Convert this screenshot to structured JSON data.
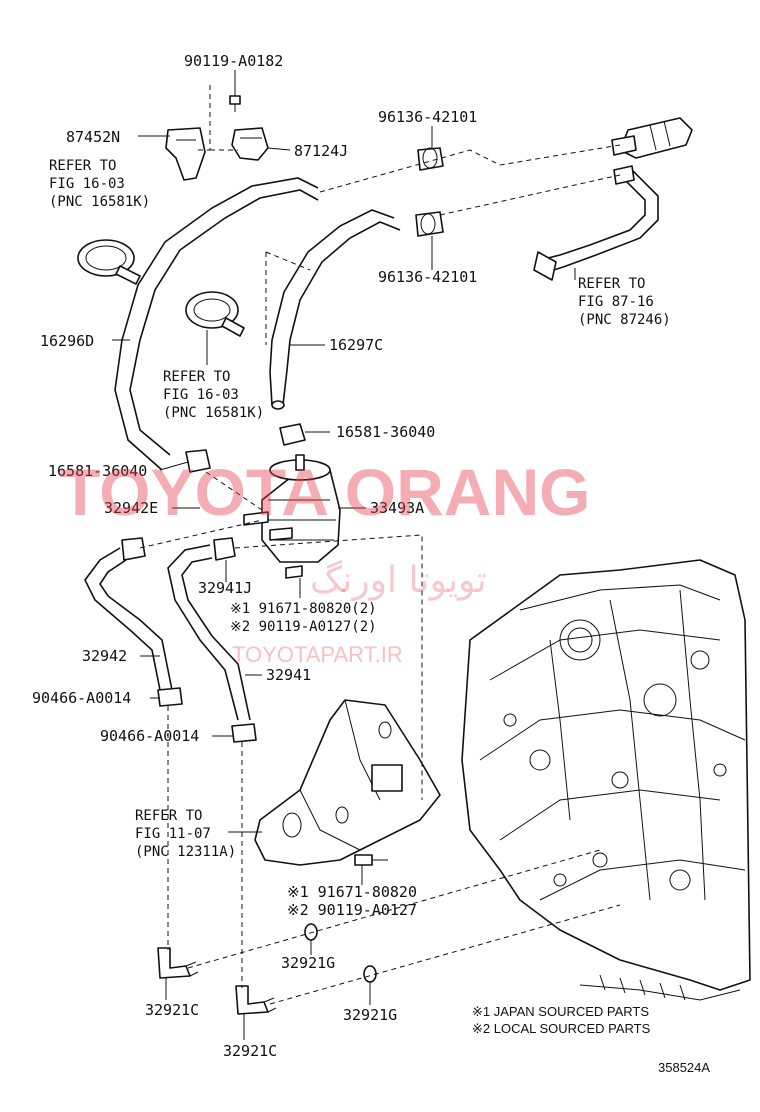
{
  "labels": {
    "p90119_a0182": "90119-A0182",
    "p87452n": "87452N",
    "p87124j": "87124J",
    "p96136_top": "96136-42101",
    "p96136_bot": "96136-42101",
    "ref_16_03_a_l1": "REFER TO",
    "ref_16_03_a_l2": "FIG 16-03",
    "ref_16_03_a_l3": "(PNC 16581K)",
    "ref_87_16_l1": "REFER TO",
    "ref_87_16_l2": "FIG 87-16",
    "ref_87_16_l3": "(PNC 87246)",
    "p16296d": "16296D",
    "p16297c": "16297C",
    "ref_16_03_b_l1": "REFER TO",
    "ref_16_03_b_l2": "FIG 16-03",
    "ref_16_03_b_l3": "(PNC 16581K)",
    "p16581_right": "16581-36040",
    "p16581_left": "16581-36040",
    "p32942e": "32942E",
    "p33493a": "33493A",
    "p32941j": "32941J",
    "p91671_a": "※1 91671-80820(2)",
    "p90119_a": "※2 90119-A0127(2)",
    "p32942": "32942",
    "p32941": "32941",
    "p90466_a": "90466-A0014",
    "p90466_b": "90466-A0014",
    "ref_11_07_l1": "REFER TO",
    "ref_11_07_l2": "FIG 11-07",
    "ref_11_07_l3": "(PNC 12311A)",
    "p91671_b": "※1 91671-80820",
    "p90119_b": "※2 90119-A0127",
    "p32921g_a": "32921G",
    "p32921g_b": "32921G",
    "p32921c_a": "32921C",
    "p32921c_b": "32921C",
    "note_1": "※1 JAPAN SOURCED PARTS",
    "note_2": "※2 LOCAL SOURCED PARTS",
    "diagram_id": "358524A"
  },
  "watermarks": {
    "brand": "TOYOTA ORANG",
    "persian": "تویوتا اورنگ",
    "url": "TOYOTAPART.IR"
  },
  "colors": {
    "line": "#111111",
    "background": "#ffffff",
    "watermark": "#e23b4b"
  }
}
